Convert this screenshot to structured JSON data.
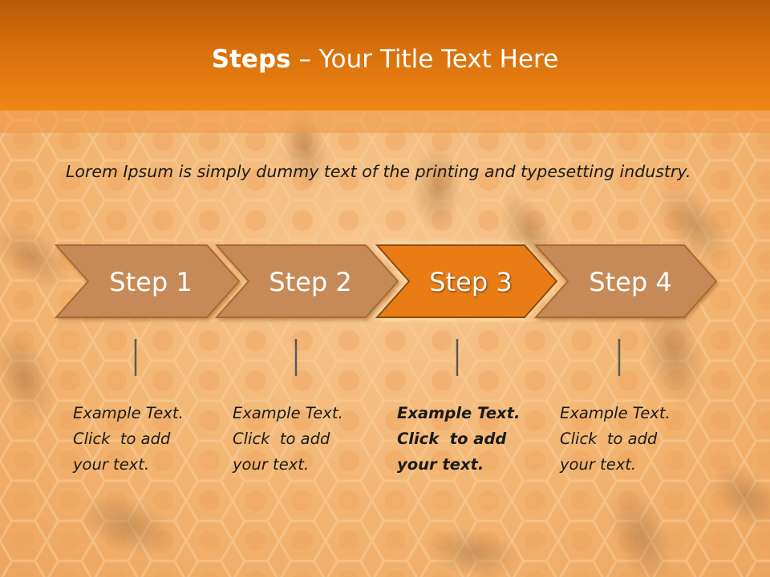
{
  "title": {
    "bold": "Steps",
    "rest": " – Your Title Text Here"
  },
  "intro": "Lorem Ipsum is simply dummy text of the printing and typesetting industry.",
  "steps": [
    {
      "label": "Step 1",
      "desc_lines": [
        "Example Text.",
        "Click  to add",
        "your text."
      ],
      "highlighted": false
    },
    {
      "label": "Step 2",
      "desc_lines": [
        "Example Text.",
        "Click  to add",
        "your text."
      ],
      "highlighted": false
    },
    {
      "label": "Step 3",
      "desc_lines": [
        "Example Text.",
        "Click  to add",
        "your text."
      ],
      "highlighted": true
    },
    {
      "label": "Step 4",
      "desc_lines": [
        "Example Text.",
        "Click  to add",
        "your text."
      ],
      "highlighted": false
    }
  ],
  "colors": {
    "title_bar": "#e07a10",
    "chevron_fill": "#c68a58",
    "chevron_stroke": "#a86a30",
    "chevron_highlight": "#ea7b12",
    "connector": "#5a5a5a",
    "text": "#1a1a1a"
  }
}
